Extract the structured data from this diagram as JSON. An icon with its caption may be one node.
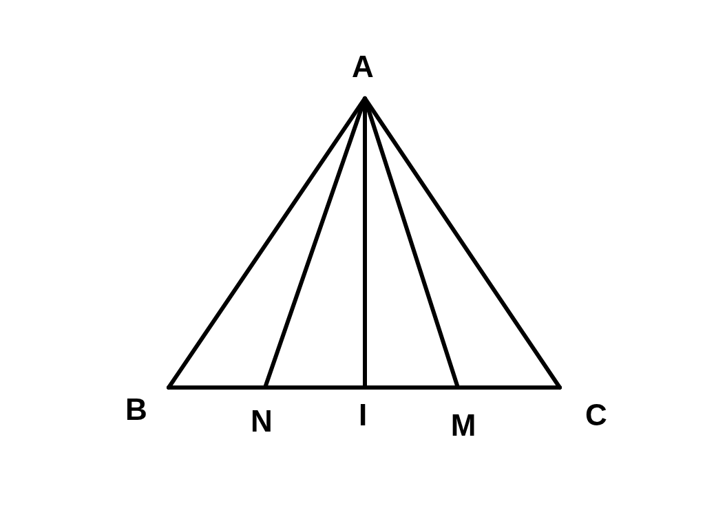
{
  "diagram": {
    "nodes": [
      {
        "text": [
          "A"
        ]
      },
      {
        "text": [
          "B"
        ]
      },
      {
        "text": [
          "N"
        ]
      },
      {
        "text": [
          "I"
        ]
      },
      {
        "text": [
          "M"
        ]
      },
      {
        "text": [
          "C"
        ]
      }
    ],
    "edges": [
      {
        "from": 0,
        "to": 1,
        "arrow": "none"
      },
      {
        "from": 0,
        "to": 2,
        "arrow": "none"
      },
      {
        "from": 0,
        "to": 3,
        "arrow": "none"
      },
      {
        "from": 0,
        "to": 4,
        "arrow": "none"
      },
      {
        "from": 0,
        "to": 5,
        "arrow": "none"
      },
      {
        "from": 1,
        "to": 2,
        "arrow": "none"
      },
      {
        "from": 2,
        "to": 3,
        "arrow": "none"
      },
      {
        "from": 3,
        "to": 4,
        "arrow": "none"
      },
      {
        "from": 4,
        "to": 5,
        "arrow": "none"
      }
    ]
  }
}
